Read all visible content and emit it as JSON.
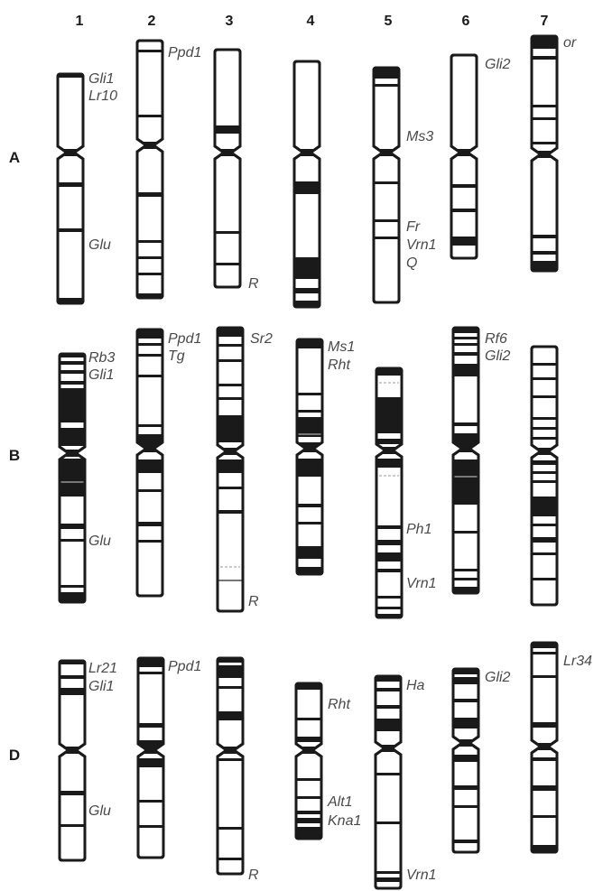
{
  "column_numbers": [
    "1",
    "2",
    "3",
    "4",
    "5",
    "6",
    "7"
  ],
  "genomes": [
    {
      "label": "A",
      "chromosomes": [
        {
          "labels": [
            "Gli1",
            "Lr10",
            "Glu"
          ]
        },
        {
          "labels": [
            "Ppd1"
          ]
        },
        {
          "labels": [
            "R"
          ]
        },
        {
          "labels": []
        },
        {
          "labels": [
            "Ms3",
            "Fr",
            "Vrn1",
            "Q"
          ]
        },
        {
          "labels": [
            "Gli2"
          ]
        },
        {
          "labels": [
            "or"
          ]
        }
      ]
    },
    {
      "label": "B",
      "chromosomes": [
        {
          "labels": [
            "Rb3",
            "Gli1",
            "Glu"
          ]
        },
        {
          "labels": [
            "Ppd1",
            "Tg"
          ]
        },
        {
          "labels": [
            "Sr2",
            "R"
          ]
        },
        {
          "labels": [
            "Ms1",
            "Rht"
          ]
        },
        {
          "labels": [
            "Ph1",
            "Vrn1"
          ]
        },
        {
          "labels": [
            "Rf6",
            "Gli2"
          ]
        },
        {
          "labels": []
        }
      ]
    },
    {
      "label": "D",
      "chromosomes": [
        {
          "labels": [
            "Lr21",
            "Gli1",
            "Glu"
          ]
        },
        {
          "labels": [
            "Ppd1"
          ]
        },
        {
          "labels": [
            "R"
          ]
        },
        {
          "labels": [
            "Rht",
            "Alt1",
            "Kna1"
          ]
        },
        {
          "labels": [
            "Ha",
            "Vrn1"
          ]
        },
        {
          "labels": [
            "Gli2"
          ]
        },
        {
          "labels": [
            "Lr34"
          ]
        }
      ]
    }
  ]
}
